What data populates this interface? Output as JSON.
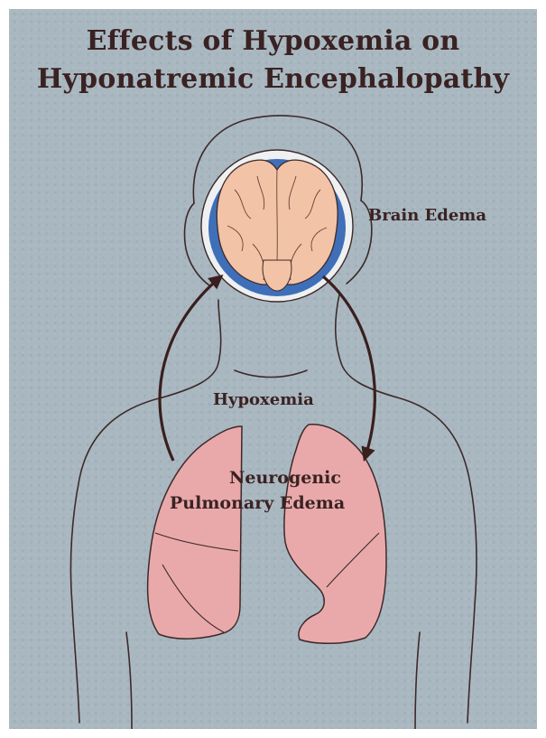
{
  "title": {
    "line1": "Effects of Hypoxemia on",
    "line2": "Hyponatremic Encephalopathy"
  },
  "labels": {
    "brain_edema": "Brain Edema",
    "hypoxemia": "Hypoxemia",
    "pulmonary_line1": "Neurogenic",
    "pulmonary_line2": "Pulmonary Edema"
  },
  "colors": {
    "background": "#a9b7c0",
    "text": "#3a2222",
    "outline": "#3d2a2a",
    "brain_tissue": "#f2c3a6",
    "brain_edema_layer": "#3f6fb8",
    "lungs": "#e9a9aa",
    "arrows": "#3a1f1f"
  }
}
